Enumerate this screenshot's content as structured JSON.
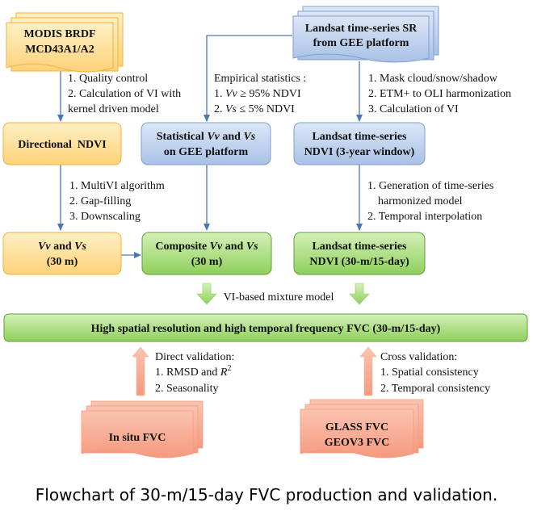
{
  "nodes": {
    "modis": {
      "line1": "MODIS BRDF",
      "line2": "MCD43A1/A2"
    },
    "landsat_sr": {
      "line1": "Landsat time-series SR",
      "line2": "from GEE platform"
    },
    "directional_ndvi": {
      "label": "Directional  NDVI"
    },
    "stat_vv_vs": {
      "pre": "Statistical ",
      "vv": "Vv",
      "and": " and ",
      "vs": "Vs",
      "line2": "on GEE platform"
    },
    "landsat_ndvi_3yr": {
      "line1": "Landsat time-series",
      "line2": "NDVI (3-year window)"
    },
    "vv_vs_30m": {
      "vv": "Vv",
      "and": " and ",
      "vs": "Vs",
      "line2": "(30 m)"
    },
    "composite": {
      "pre": "Composite ",
      "vv": "Vv",
      "and": " and ",
      "vs": "Vs",
      "line2": "(30 m)"
    },
    "landsat_ndvi_30m": {
      "line1": "Landsat time-series",
      "line2": "NDVI (30-m/15-day)"
    },
    "fvc_bar": {
      "label": "High spatial resolution and high temporal frequency FVC (30-m/15-day)"
    },
    "insitu": {
      "label": "In situ FVC"
    },
    "glass": {
      "line1": "GLASS FVC",
      "line2": "GEOV3 FVC"
    }
  },
  "notes": {
    "modis_steps": {
      "l1": "1. Quality control",
      "l2": "2. Calculation of VI with",
      "l3": "kernel driven model"
    },
    "empirical": {
      "title": "Empirical statistics :",
      "l1_pre": "1. ",
      "l1_var": "Vv",
      "l1_rest": " ≥ 95% NDVI",
      "l2_pre": "2. ",
      "l2_var": "Vs",
      "l2_rest": " ≤ 5% NDVI"
    },
    "landsat_steps": {
      "l1": "1. Mask cloud/snow/shadow",
      "l2": "2. ETM+ to OLI harmonization",
      "l3": "3. Calculation of VI"
    },
    "multivi_steps": {
      "l1": "1. MultiVI algorithm",
      "l2": "2. Gap-filling",
      "l3": "3. Downscaling"
    },
    "harmonized_steps": {
      "l1": "1. Generation of time-series",
      "l2": "harmonized model",
      "l3": "2. Temporal interpolation"
    },
    "mixture": {
      "label": "VI-based mixture model"
    },
    "direct_validation": {
      "title": "Direct validation:",
      "l1_pre": "1. RMSD and ",
      "l1_var": "R",
      "l1_sup": "2",
      "l2": "2. Seasonality"
    },
    "cross_validation": {
      "title": "Cross validation:",
      "l1": "1. Spatial consistency",
      "l2": "2. Temporal consistency"
    }
  },
  "caption": "Flowchart of 30-m/15-day FVC production and validation.",
  "colors": {
    "orange_fill": "#fdd98a",
    "orange_border": "#f2b13c",
    "blue_fill": "#bcd0ec",
    "blue_border": "#7f9fcf",
    "green_fill": "#a8db7c",
    "green_border": "#5d9e36",
    "salmon_fill": "#f7a992",
    "arrow_blue": "#4a76b8",
    "arrow_green": "#8fd158",
    "arrow_salmon": "#f9b59d"
  }
}
